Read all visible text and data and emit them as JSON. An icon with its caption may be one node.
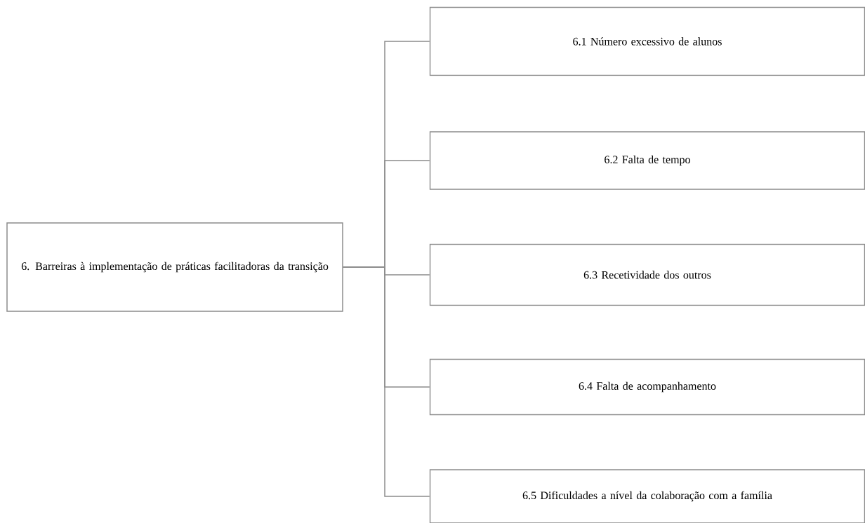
{
  "diagram": {
    "nodes": [
      {
        "text": [
          "6. Barreiras à implementação de práticas facilitadoras da transição"
        ]
      },
      {
        "text": [
          "6.1 Número excessivo de alunos"
        ]
      },
      {
        "text": [
          "6.2 Falta de tempo"
        ]
      },
      {
        "text": [
          "6.3 Recetividade dos outros"
        ]
      },
      {
        "text": [
          "6.4 Falta de acompanhamento"
        ]
      },
      {
        "text": [
          "6.5 Dificuldades a nível da colaboração com a família"
        ]
      }
    ],
    "edges": [
      {
        "from": 0,
        "to": 1,
        "arrow": "none"
      },
      {
        "from": 0,
        "to": 2,
        "arrow": "none"
      },
      {
        "from": 0,
        "to": 3,
        "arrow": "none"
      },
      {
        "from": 0,
        "to": 4,
        "arrow": "none"
      },
      {
        "from": 0,
        "to": 5,
        "arrow": "none"
      }
    ]
  }
}
